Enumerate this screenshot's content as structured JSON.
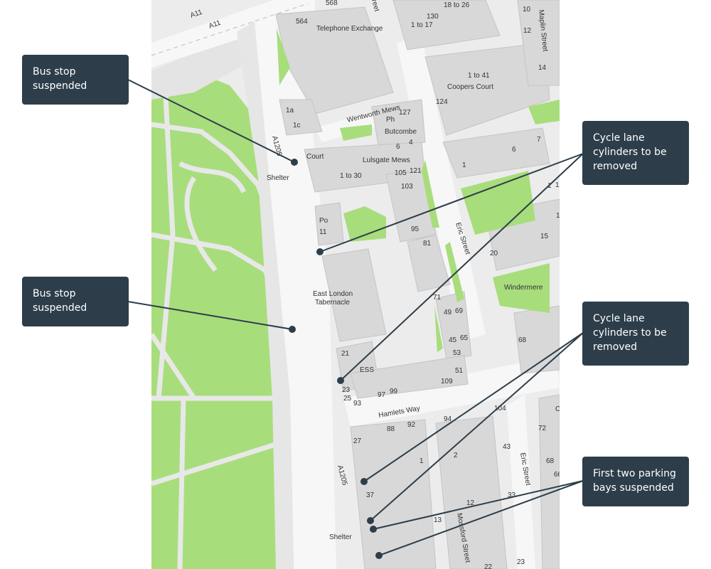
{
  "callouts": [
    {
      "lines": [
        "Bus stop",
        "suspended"
      ]
    },
    {
      "lines": [
        "Bus stop",
        "suspended"
      ]
    },
    {
      "lines": [
        "Cycle lane",
        "cylinders to be",
        "removed"
      ]
    },
    {
      "lines": [
        "Cycle lane",
        "cylinders to be",
        "removed"
      ]
    },
    {
      "lines": [
        "First two parking",
        "bays suspended"
      ]
    }
  ],
  "map_labels": {
    "telephone_exchange": "Telephone Exchange",
    "wentworth_mews": "Wentworth Mews",
    "coopers_court": "Coopers Court",
    "maplin_street": "Maplin Street",
    "butcombe": "Butcombe",
    "lulsgate_mews": "Lulsgate Mews",
    "court": "Court",
    "shelter_top": "Shelter",
    "shelter_bottom": "Shelter",
    "eric_street_top": "Eric Street",
    "eric_street_bottom": "Eric Street",
    "east_london": "East London",
    "tabernacle": "Tabernacle",
    "windermere": "Windermere",
    "hamlets_way": "Hamlets Way",
    "a1205_top": "A1205",
    "a1205_bottom": "A1205",
    "a11": "A11",
    "mossford_street": "Mossford Street",
    "ess": "ESS",
    "po": "Po",
    "ph": "Ph",
    "street_partial": "reet",
    "c_partial": "C"
  },
  "house_numbers": {
    "n568": "568",
    "n564": "564",
    "n18_26": "18 to 26",
    "n10": "10",
    "n130": "130",
    "n1_17": "1 to 17",
    "n12a": "12",
    "n14": "14",
    "n1_41": "1 to 41",
    "n124": "124",
    "n127": "127",
    "n1a": "1a",
    "n1c": "1c",
    "n6a": "6",
    "n4": "4",
    "n121": "121",
    "n105": "105",
    "n1_30": "1 to 30",
    "n103": "103",
    "n7": "7",
    "n6b": "6",
    "n1a2": "1",
    "n11a": "1",
    "n1b": "1",
    "n15": "15",
    "n20": "20",
    "n11": "11",
    "n95": "95",
    "n81": "81",
    "n71": "71",
    "n69": "69",
    "n49": "49",
    "n45": "45",
    "n65": "65",
    "n53": "53",
    "n51": "51",
    "n109": "109",
    "n68a": "68",
    "n21": "21",
    "n23": "23",
    "n25": "25",
    "n93": "93",
    "n97": "97",
    "n99": "99",
    "n94": "94",
    "n104": "104",
    "n88": "88",
    "n92": "92",
    "n27": "27",
    "n1c2": "1",
    "n2": "2",
    "n43": "43",
    "n72": "72",
    "n68b": "68",
    "n66": "66",
    "n37": "37",
    "n12b": "12",
    "n33": "33",
    "n13": "13",
    "n23b": "23",
    "n22": "22",
    "n11b": "1"
  },
  "colors": {
    "callout_bg": "#2d3e4a",
    "map_bg": "#ececec",
    "park_green": "#a8dd7c",
    "building": "#d8d8d8",
    "road": "#f7f7f7",
    "leader_line": "#2d3e4a"
  }
}
